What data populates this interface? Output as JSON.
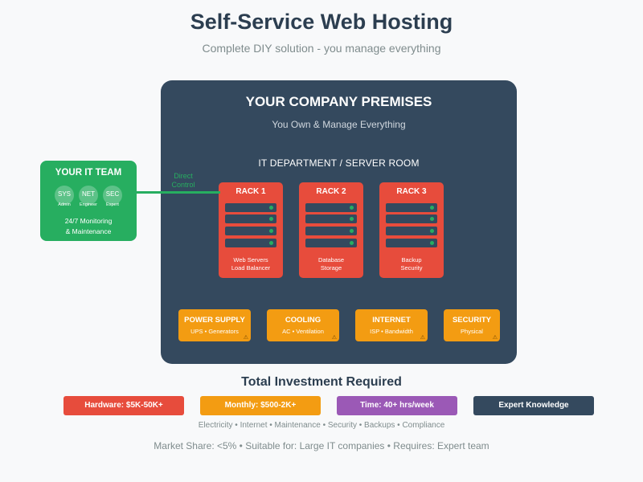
{
  "header": {
    "title": "Self-Service Web Hosting",
    "subtitle": "Complete DIY solution - you manage everything"
  },
  "premises": {
    "title": "YOUR COMPANY PREMISES",
    "subtitle": "You Own & Manage Everything",
    "department": "IT DEPARTMENT / SERVER ROOM",
    "racks": [
      {
        "title": "RACK 1",
        "line1": "Web Servers",
        "line2": "Load Balancer"
      },
      {
        "title": "RACK 2",
        "line1": "Database",
        "line2": "Storage"
      },
      {
        "title": "RACK 3",
        "line1": "Backup",
        "line2": "Security"
      }
    ],
    "infrastructure": [
      {
        "title": "POWER SUPPLY",
        "subtitle": "UPS • Generators"
      },
      {
        "title": "COOLING",
        "subtitle": "AC • Ventilation"
      },
      {
        "title": "INTERNET",
        "subtitle": "ISP • Bandwidth"
      },
      {
        "title": "SECURITY",
        "subtitle": "Physical"
      }
    ],
    "warning_glyph": "⚠"
  },
  "team": {
    "title": "YOUR IT TEAM",
    "roles": [
      {
        "abbr": "SYS",
        "name": "Admin"
      },
      {
        "abbr": "NET",
        "name": "Engineer"
      },
      {
        "abbr": "SEC",
        "name": "Expert"
      }
    ],
    "note_line1": "24/7 Monitoring",
    "note_line2": "& Maintenance"
  },
  "connection": {
    "line1": "Direct",
    "line2": "Control"
  },
  "investment": {
    "title": "Total Investment Required",
    "badges": [
      {
        "label": "Hardware: $5K-50K+",
        "color": "#e74c3c"
      },
      {
        "label": "Monthly: $500-2K+",
        "color": "#f39c12"
      },
      {
        "label": "Time: 40+ hrs/week",
        "color": "#9b59b6"
      },
      {
        "label": "Expert Knowledge",
        "color": "#34495e"
      }
    ],
    "details": "Electricity • Internet • Maintenance • Security • Backups • Compliance"
  },
  "footer": "Market Share: <5% • Suitable for: Large IT companies • Requires: Expert team",
  "colors": {
    "premises": "#34495e",
    "rack": "#e74c3c",
    "infrastructure": "#f39c12",
    "team": "#27ae60",
    "led_on": "#27ae60"
  }
}
